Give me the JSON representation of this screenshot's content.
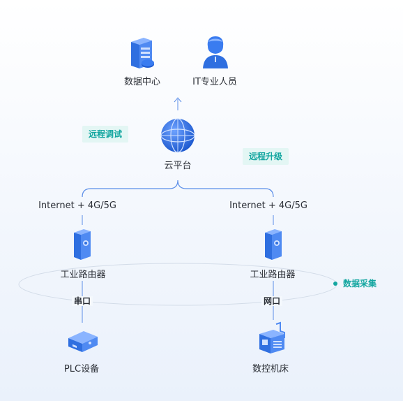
{
  "nodes": {
    "data_center": "数据中心",
    "it_staff": "IT专业人员",
    "cloud": "云平台",
    "net_left": "Internet + 4G/5G",
    "net_right": "Internet + 4G/5G",
    "router_left": "工业路由器",
    "router_right": "工业路由器",
    "plc": "PLC设备",
    "cnc": "数控机床"
  },
  "tags": {
    "remote_debug": "远程调试",
    "remote_upgrade": "远程升级",
    "data_collect": "数据采集"
  },
  "ports": {
    "serial": "串口",
    "ethernet": "网口"
  },
  "colors": {
    "primary": "#2f6fe0",
    "line": "#5b8ee8",
    "teal": "#13a6a0",
    "tag_bg": "#e3f6f4"
  },
  "icons": [
    "server-icon",
    "person-icon",
    "globe-icon",
    "router-icon",
    "plc-icon",
    "cnc-machine-icon"
  ]
}
